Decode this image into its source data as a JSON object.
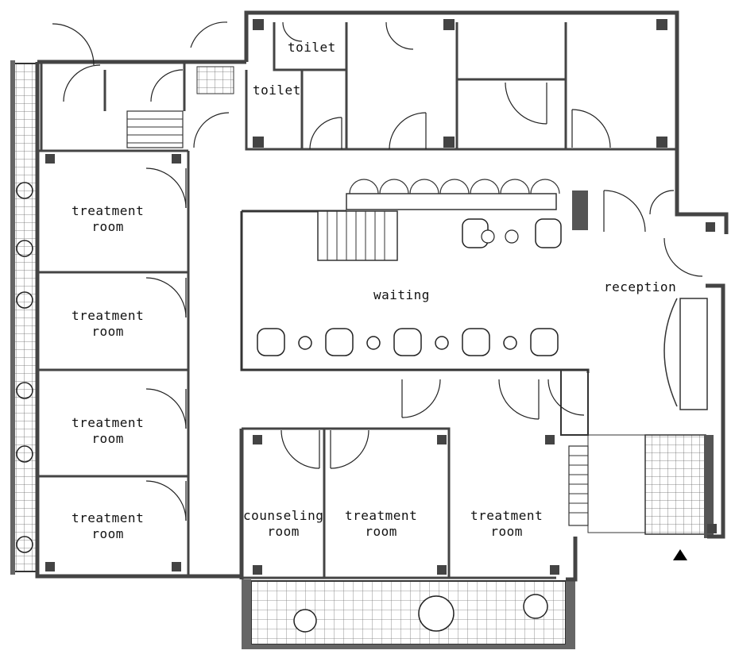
{
  "rooms": {
    "toilet_1": "toilet",
    "toilet_2": "toilet",
    "treatment_1": [
      "treatment",
      "room"
    ],
    "treatment_2": [
      "treatment",
      "room"
    ],
    "treatment_3": [
      "treatment",
      "room"
    ],
    "treatment_4": [
      "treatment",
      "room"
    ],
    "treatment_5": [
      "treatment",
      "room"
    ],
    "treatment_6": [
      "treatment",
      "room"
    ],
    "counseling": [
      "counseling",
      "room"
    ],
    "waiting": "waiting",
    "reception": "reception"
  },
  "colors": {
    "wall": "#555555",
    "wall_dark": "#333333",
    "line": "#222222",
    "grid": "#888888",
    "background": "#ffffff"
  },
  "entrance_marker": "triangle-up-icon"
}
